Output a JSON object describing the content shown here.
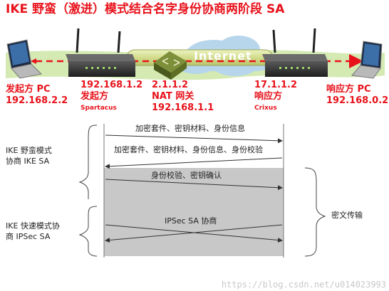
{
  "title": "IKE 野蛮（激进）模式结合名字身份协商两阶段 SA",
  "network": {
    "internet_label": "Internet",
    "initiator_pc": {
      "role": "发起方 PC",
      "ip": "192.168.2.2"
    },
    "initiator_router": {
      "ip": "192.168.1.2",
      "role": "发起方",
      "name": "Spartacus"
    },
    "nat": {
      "ip_public": "2.1.1.2",
      "role": "NAT 网关",
      "ip_private": "192.168.1.1"
    },
    "responder_router": {
      "ip": "17.1.1.2",
      "role": "响应方",
      "name": "Crixus"
    },
    "responder_pc": {
      "role": "响应方 PC",
      "ip": "192.168.0.2"
    }
  },
  "phases": {
    "phase1": {
      "line1": "IKE 野蛮模式",
      "line2": "协商 IKE SA"
    },
    "phase2": {
      "line1": "IKE 快速模式协",
      "line2": "商 IPSec SA"
    },
    "encrypted_label": "密文传输"
  },
  "messages": {
    "msg1": "加密套件、密钥材料、身份信息",
    "msg2": "加密套件、密钥材料、身份信息、身份校验",
    "msg3": "身份校验、密钥确认",
    "msg4": "IPSec SA 协商"
  },
  "watermark": "https://blog.csdn.net/u014023993",
  "colors": {
    "accent_red": "#e8121b",
    "band_green": "#cfe8a8",
    "shaded_box": "#c8c8c8",
    "cloud": "#a9cde6"
  }
}
